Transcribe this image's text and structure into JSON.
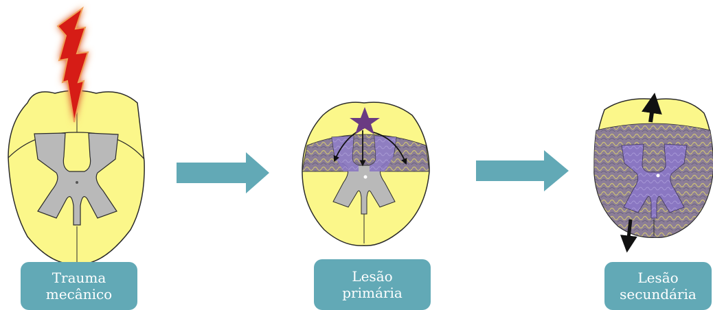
{
  "stages": [
    {
      "line1": "Trauma",
      "line2": "mecânico"
    },
    {
      "line1": "Lesão",
      "line2": "primária"
    },
    {
      "line1": "Lesão",
      "line2": "secundária"
    }
  ],
  "colors": {
    "white_matter": "#fbf78a",
    "gray_matter": "#b9b9b9",
    "lesion": "#8c7e97",
    "lesion_core": "#8a77c2",
    "arrow": "#62a9b6",
    "label_bg": "#62a9b6",
    "lightning": "#d61b12",
    "star": "#6a3b82"
  },
  "icons": [
    "lightning-bolt-icon",
    "star-icon",
    "right-arrow-icon"
  ]
}
